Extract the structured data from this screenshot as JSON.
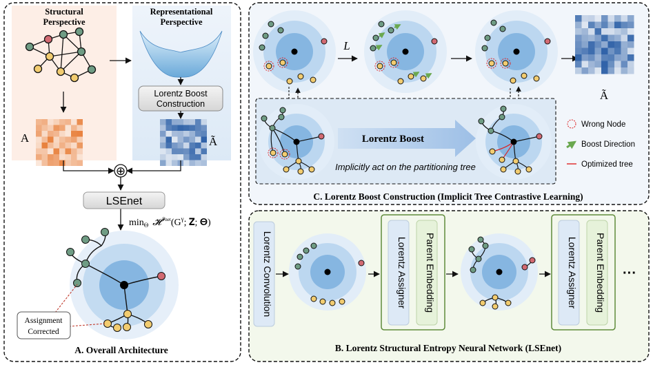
{
  "panelA": {
    "structural_title_l1": "Structural",
    "structural_title_l2": "Perspective",
    "representational_title_l1": "Representational",
    "representational_title_l2": "Perspective",
    "boost_box_l1": "Lorentz Boost",
    "boost_box_l2": "Construction",
    "matrix_label": "A",
    "matrix_tilde_label": "Ã",
    "combine_symbol": "⊕",
    "lsenet_label": "LSEnet",
    "objective_prefix": "min",
    "objective_sub": "Θ",
    "objective_H": "𝓗",
    "objective_sup": "𝒯net",
    "objective_args": "(G",
    "objective_gamma": "γ",
    "objective_rest": "; 𝐙; 𝚯)",
    "assignment_l1": "Assignment",
    "assignment_l2": "Corrected",
    "caption": "A.  Overall Architecture"
  },
  "panelC": {
    "L_label": "L",
    "matrix_tilde_label": "Ã",
    "lorentz_boost_label": "Lorentz Boost",
    "implicit_text": "Implicitly act on the partitioning tree",
    "legend_wrong": "Wrong Node",
    "legend_boost": "Boost Direction",
    "legend_opt": "Optimized tree",
    "caption": "C. Lorentz Boost Construction (Implicit Tree Contrastive Learning)"
  },
  "panelB": {
    "conv_label": "Lorentz Convolution",
    "assigner_label": "Lorentz Assigner",
    "parent_label": "Parent Embedding",
    "ellipsis": "···",
    "caption": "B. Lorentz Structural Entropy Neural Network (LSEnet)"
  },
  "colors": {
    "green_node": "#6f9c84",
    "yellow_node": "#f2cc70",
    "red_node": "#d26a72",
    "disk_outer": "#deeaf7",
    "disk_mid": "#b3d2ee",
    "disk_inner": "#7fb3e0",
    "heat_orange": "#e8803c",
    "heat_blue": "#2f62a8",
    "panelB_bg": "#f3f8ec",
    "panelC_bg": "#f2f6fb"
  }
}
